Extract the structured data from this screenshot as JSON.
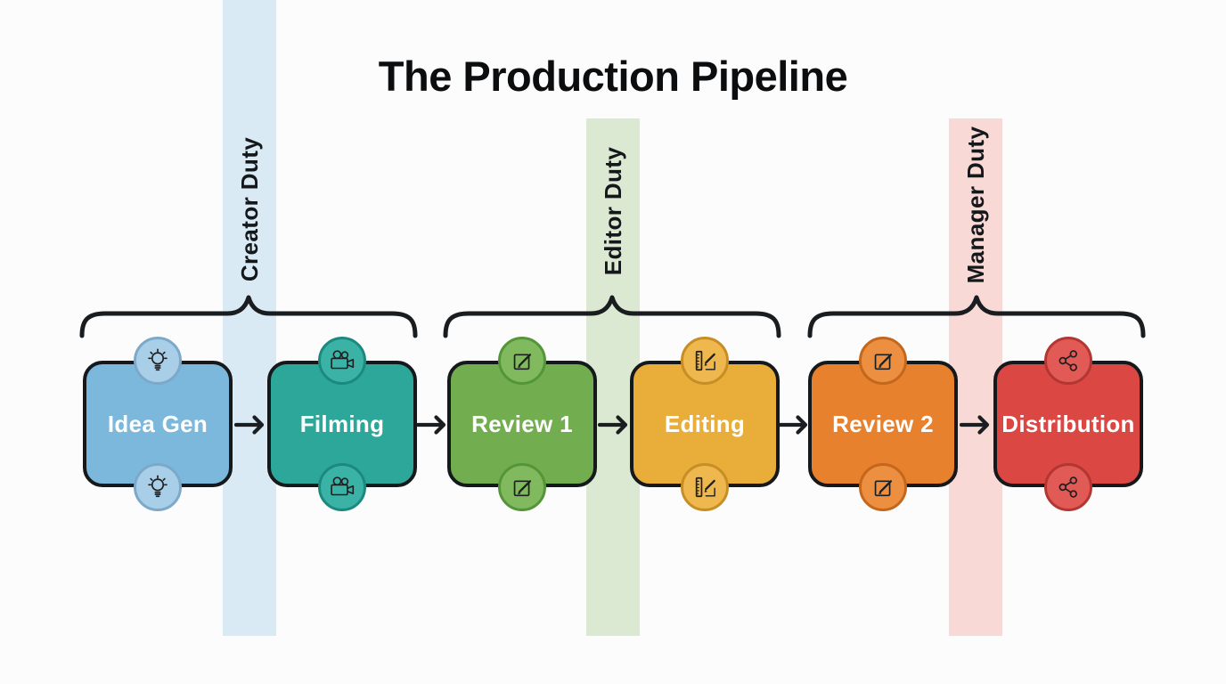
{
  "title": "The Production Pipeline",
  "colors": {
    "background": "#fcfcfc",
    "outline": "#16191c",
    "arrow": "#1b1e21",
    "box_text": "#ffffff",
    "label_text": "#15181b"
  },
  "duty_bands": [
    {
      "label": "Creator Duty",
      "color": "#d9eaf5"
    },
    {
      "label": "Editor Duty",
      "color": "#dce9d2"
    },
    {
      "label": "Manager Duty",
      "color": "#f8d9d6"
    }
  ],
  "stages": [
    {
      "label": "Idea Gen",
      "color": "#7cb7dc",
      "badge_fill": "#a9cfe8",
      "badge_border": "#7ca9c9",
      "icon": "lightbulb-icon"
    },
    {
      "label": "Filming",
      "color": "#2ea79b",
      "badge_fill": "#3bb2a6",
      "badge_border": "#1c897f",
      "icon": "video-camera-icon"
    },
    {
      "label": "Review 1",
      "color": "#72ad4f",
      "badge_fill": "#80b95e",
      "badge_border": "#55953a",
      "icon": "edit-pencil-icon"
    },
    {
      "label": "Editing",
      "color": "#e9ae3a",
      "badge_fill": "#eeb84e",
      "badge_border": "#c68e24",
      "icon": "ruler-pencil-icon"
    },
    {
      "label": "Review 2",
      "color": "#e8812d",
      "badge_fill": "#ec8f41",
      "badge_border": "#c2671c",
      "icon": "edit-pencil-icon"
    },
    {
      "label": "Distribution",
      "color": "#db4742",
      "badge_fill": "#e25a55",
      "badge_border": "#b23632",
      "icon": "share-icon"
    }
  ],
  "groups": [
    {
      "duty": "Creator Duty",
      "stages": [
        "Idea Gen",
        "Filming"
      ]
    },
    {
      "duty": "Editor Duty",
      "stages": [
        "Review 1",
        "Editing"
      ]
    },
    {
      "duty": "Manager Duty",
      "stages": [
        "Review 2",
        "Distribution"
      ]
    }
  ],
  "connectors": {
    "arrow_count": 5,
    "style": "right-arrow"
  }
}
